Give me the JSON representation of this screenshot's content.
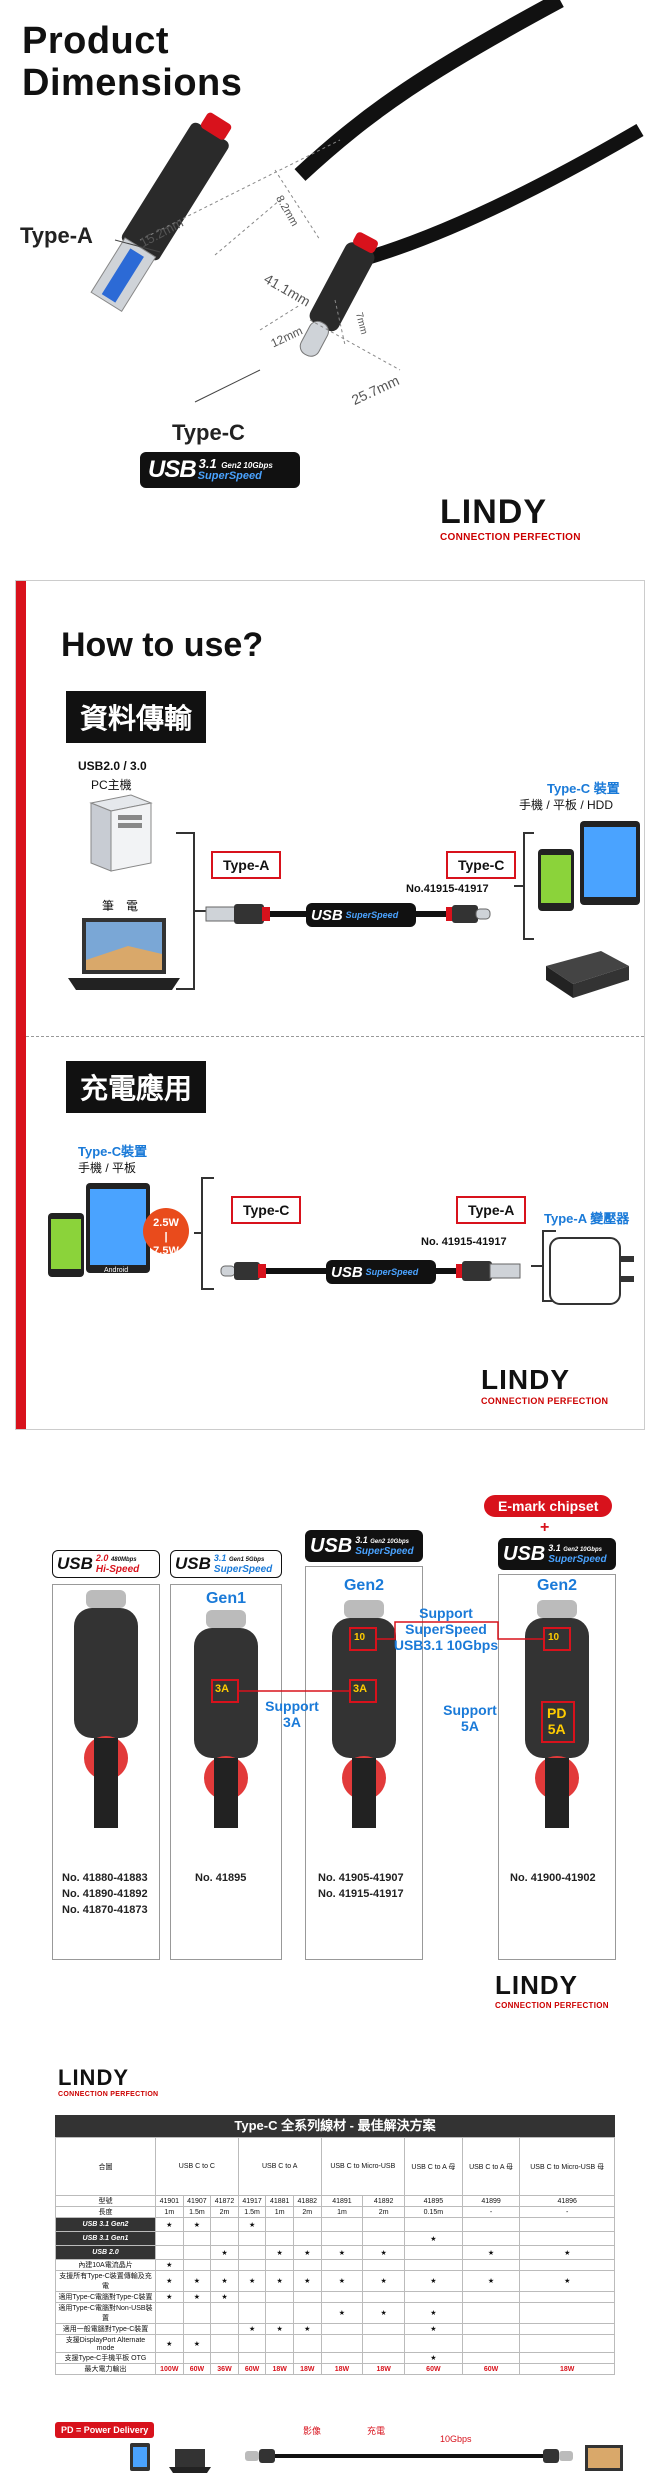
{
  "section1": {
    "title_line1": "Product",
    "title_line2": "Dimensions",
    "label_typea": "Type-A",
    "label_typec": "Type-C",
    "dim_152": "15.2mm",
    "dim_82": "8.2mm",
    "dim_411": "41.1mm",
    "dim_12": "12mm",
    "dim_7": "7mm",
    "dim_257": "25.7mm",
    "usb_word": "USB",
    "usb_version": "3.1",
    "usb_gen": "Gen2 10Gbps",
    "usb_speed": "SuperSpeed",
    "brand": "LINDY",
    "brand_sub": "CONNECTION PERFECTION"
  },
  "section2": {
    "title": "How to use?",
    "data_transfer": "資料傳輸",
    "usb_ver": "USB2.0 / 3.0",
    "pc_host": "PC主機",
    "notebook": "筆　電",
    "typea": "Type-A",
    "typec": "Type-C",
    "model1": "No.41915-41917",
    "typec_device": "Type-C 裝置",
    "devices": "手機 / 平板 / HDD",
    "charging": "充電應用",
    "typec_device2": "Type-C裝置",
    "devices2": "手機 / 平板",
    "typec2": "Type-C",
    "typea2": "Type-A",
    "model2": "No. 41915-41917",
    "adapter": "Type-A 變壓器",
    "power1": "2.5W",
    "power2": "7.5W",
    "android": "Android",
    "brand": "LINDY",
    "brand_sub": "CONNECTION PERFECTION"
  },
  "section3": {
    "emark": "E-mark chipset",
    "plus": "+",
    "badge1_ver": "2.0",
    "badge1_speed": "480Mbps",
    "badge1_sub": "Hi-Speed",
    "badge2_ver": "3.1",
    "badge2_speed": "Gen1 5Gbps",
    "badge2_sub": "SuperSpeed",
    "badge3_ver": "3.1",
    "badge3_speed": "Gen2 10Gbps",
    "badge3_sub": "SuperSpeed",
    "badge4_ver": "3.1",
    "badge4_speed": "Gen2 10Gbps",
    "badge4_sub": "SuperSpeed",
    "gen1": "Gen1",
    "gen2a": "Gen2",
    "gen2b": "Gen2",
    "support_ss": "Support SuperSpeed",
    "support_ss2": "USB3.1 10Gbps",
    "support_3a_1": "Support",
    "support_3a_2": "3A",
    "support_5a_1": "Support",
    "support_5a_2": "5A",
    "chip_3a_1": "3A",
    "chip_3a_2": "3A",
    "chip_10a": "10",
    "chip_10b": "10",
    "pd": "PD",
    "five_a": "5A",
    "card1_models": [
      "No. 41880-41883",
      "No. 41890-41892",
      "No. 41870-41873"
    ],
    "card2_models": [
      "No. 41895"
    ],
    "card3_models": [
      "No. 41905-41907",
      "No. 41915-41917"
    ],
    "card4_models": [
      "No. 41900-41902"
    ],
    "brand": "LINDY",
    "brand_sub": "CONNECTION PERFECTION"
  },
  "section4": {
    "brand": "LINDY",
    "brand_sub": "CONNECTION PERFECTION",
    "table_title": "Type-C 全系列線材 - 最佳解決方案",
    "col_header": "合圖",
    "groups": [
      "USB C to C",
      "USB C to A",
      "USB C to Micro-USB",
      "USB C to A 母",
      "USB C to A 母",
      "USB C to Micro-USB 母"
    ],
    "row_model_label": "型號",
    "models": [
      "41901",
      "41907",
      "41872",
      "41917",
      "41881",
      "41882",
      "41891",
      "41892",
      "41895",
      "41899",
      "41896"
    ],
    "row_length_label": "長度",
    "lengths": [
      "1m",
      "1.5m",
      "2m",
      "1.5m",
      "1m",
      "2m",
      "1m",
      "2m",
      "0.15m",
      "-",
      "-"
    ],
    "feature_labels": [
      "內建10A電流晶片",
      "支援所有Type-C裝置傳輸及充電",
      "適用Type-C電腦對Type-C裝置",
      "適用Type-C電腦對Non-USB裝置",
      "適用一般電腦對Type-C裝置",
      "支援DisplayPort Alternate mode",
      "支援Type-C手機平板 OTG",
      "最大電力輸出"
    ],
    "power_row": [
      "100W",
      "60W",
      "36W",
      "60W",
      "18W",
      "18W",
      "18W",
      "18W",
      "60W",
      "60W",
      "18W"
    ],
    "star": "★",
    "pd_badge": "PD = Power Delivery",
    "icon_label1": "影像",
    "icon_label2": "充電",
    "icon_label3": "10Gbps"
  }
}
